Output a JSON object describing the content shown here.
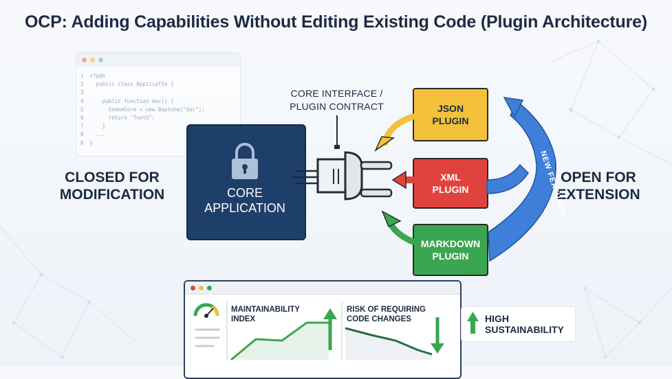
{
  "title": "OCP: Adding Capabilities Without Editing Existing Code (Plugin Architecture)",
  "left_label": {
    "line1": "CLOSED FOR",
    "line2": "MODIFICATION"
  },
  "right_label": {
    "line1": "OPEN FOR",
    "line2": "EXTENSION"
  },
  "core": {
    "line1": "CORE",
    "line2": "APPLICATION",
    "icon": "lock-icon"
  },
  "contract": {
    "line1": "CORE INTERFACE /",
    "line2": "PLUGIN CONTRACT",
    "icon": "plug-icon"
  },
  "plugins": [
    {
      "line1": "JSON",
      "line2": "PLUGIN",
      "color": "#f4c23a"
    },
    {
      "line1": "XML",
      "line2": "PLUGIN",
      "color": "#e0433e"
    },
    {
      "line1": "MARKDOWN",
      "line2": "PLUGIN",
      "color": "#3aa651"
    }
  ],
  "curve_label": "NEW FEATURES",
  "code_window": {
    "lines": [
      "1  <?pph",
      "2    public class Applicatte {",
      "3",
      "4      public function mac() {",
      "5        SsaneCore = new Baptune(\"doc\");",
      "6        return \"Tooth\";",
      "7      }",
      "8    ...",
      "9  }"
    ]
  },
  "dashboard": {
    "gauge_icon": "gauge-icon",
    "maintainability": {
      "line1": "MAINTAINABILITY",
      "line2": "INDEX",
      "trend": "up"
    },
    "risk": {
      "line1": "RISK OF REQUIRING",
      "line2": "CODE CHANGES",
      "trend": "down"
    }
  },
  "sustainability": {
    "line1": "HIGH",
    "line2": "SUSTAINABILITY",
    "trend": "up"
  },
  "colors": {
    "core": "#1f3f6b",
    "accent_blue": "#3d7fd9",
    "json": "#f4c23a",
    "xml": "#e0433e",
    "markdown": "#3aa651"
  }
}
